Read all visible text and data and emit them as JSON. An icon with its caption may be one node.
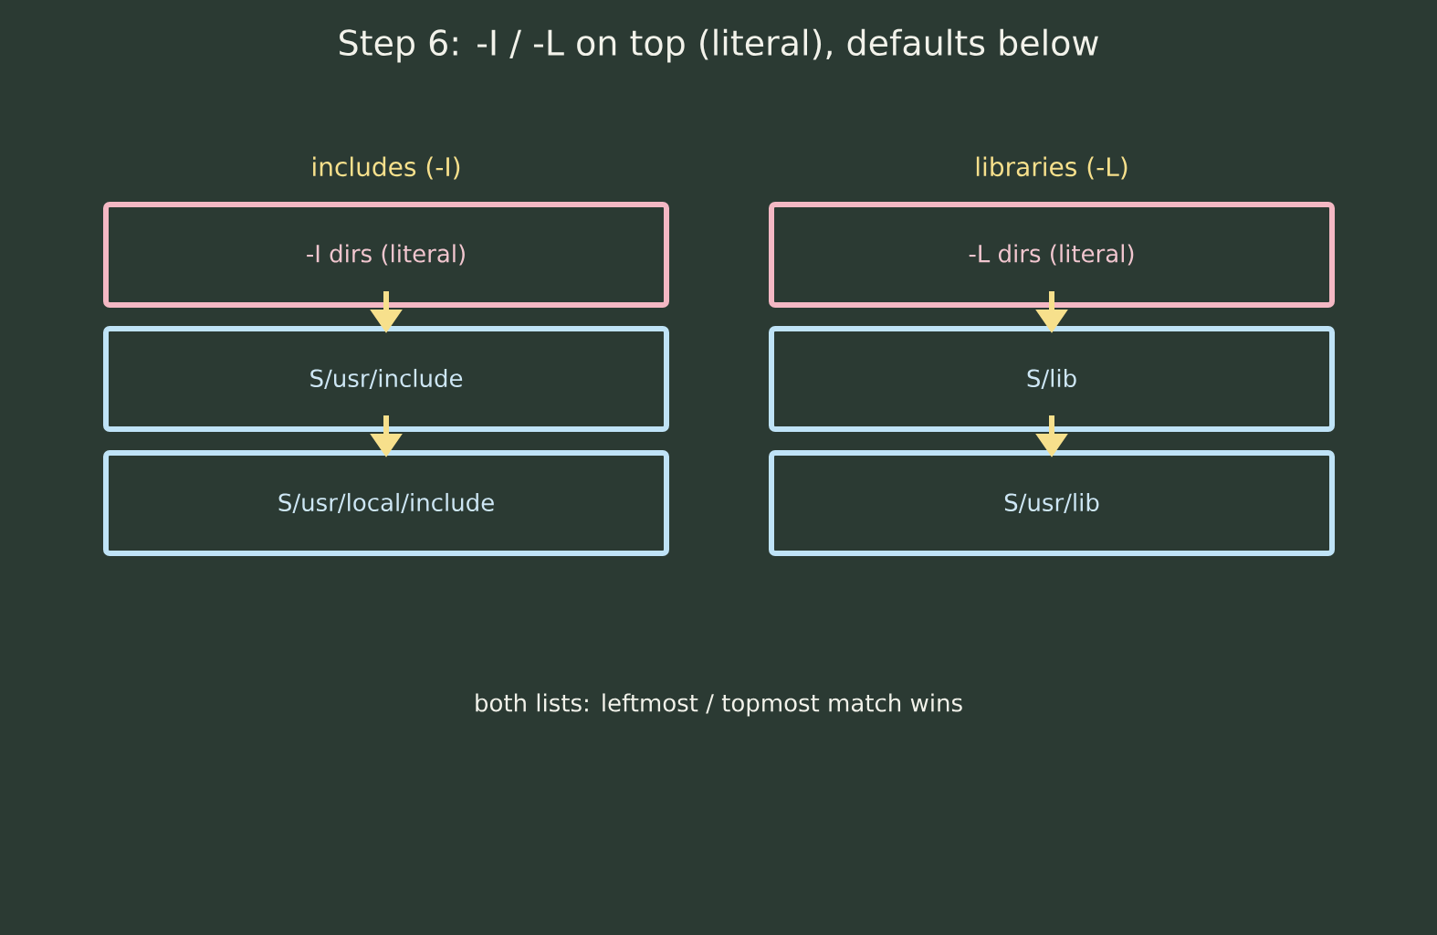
{
  "diagram": {
    "title": "Step 6: -I / -L on top (literal), defaults below",
    "nodes": [
      {
        "text": [
          "-I dirs (literal)"
        ]
      },
      {
        "text": [
          "S/usr/include"
        ]
      },
      {
        "text": [
          "S/usr/local/include"
        ]
      },
      {
        "text": [
          "-L dirs (literal)"
        ]
      },
      {
        "text": [
          "S/lib"
        ]
      },
      {
        "text": [
          "S/usr/lib"
        ]
      }
    ],
    "edges": [
      {
        "from": 0,
        "to": 1,
        "arrow": "to"
      },
      {
        "from": 1,
        "to": 2,
        "arrow": "to"
      },
      {
        "from": 3,
        "to": 4,
        "arrow": "to"
      },
      {
        "from": 4,
        "to": 5,
        "arrow": "to"
      }
    ],
    "labels": [
      "includes  (-I)",
      "libraries  (-L)",
      "both lists: leftmost / topmost match wins"
    ]
  }
}
